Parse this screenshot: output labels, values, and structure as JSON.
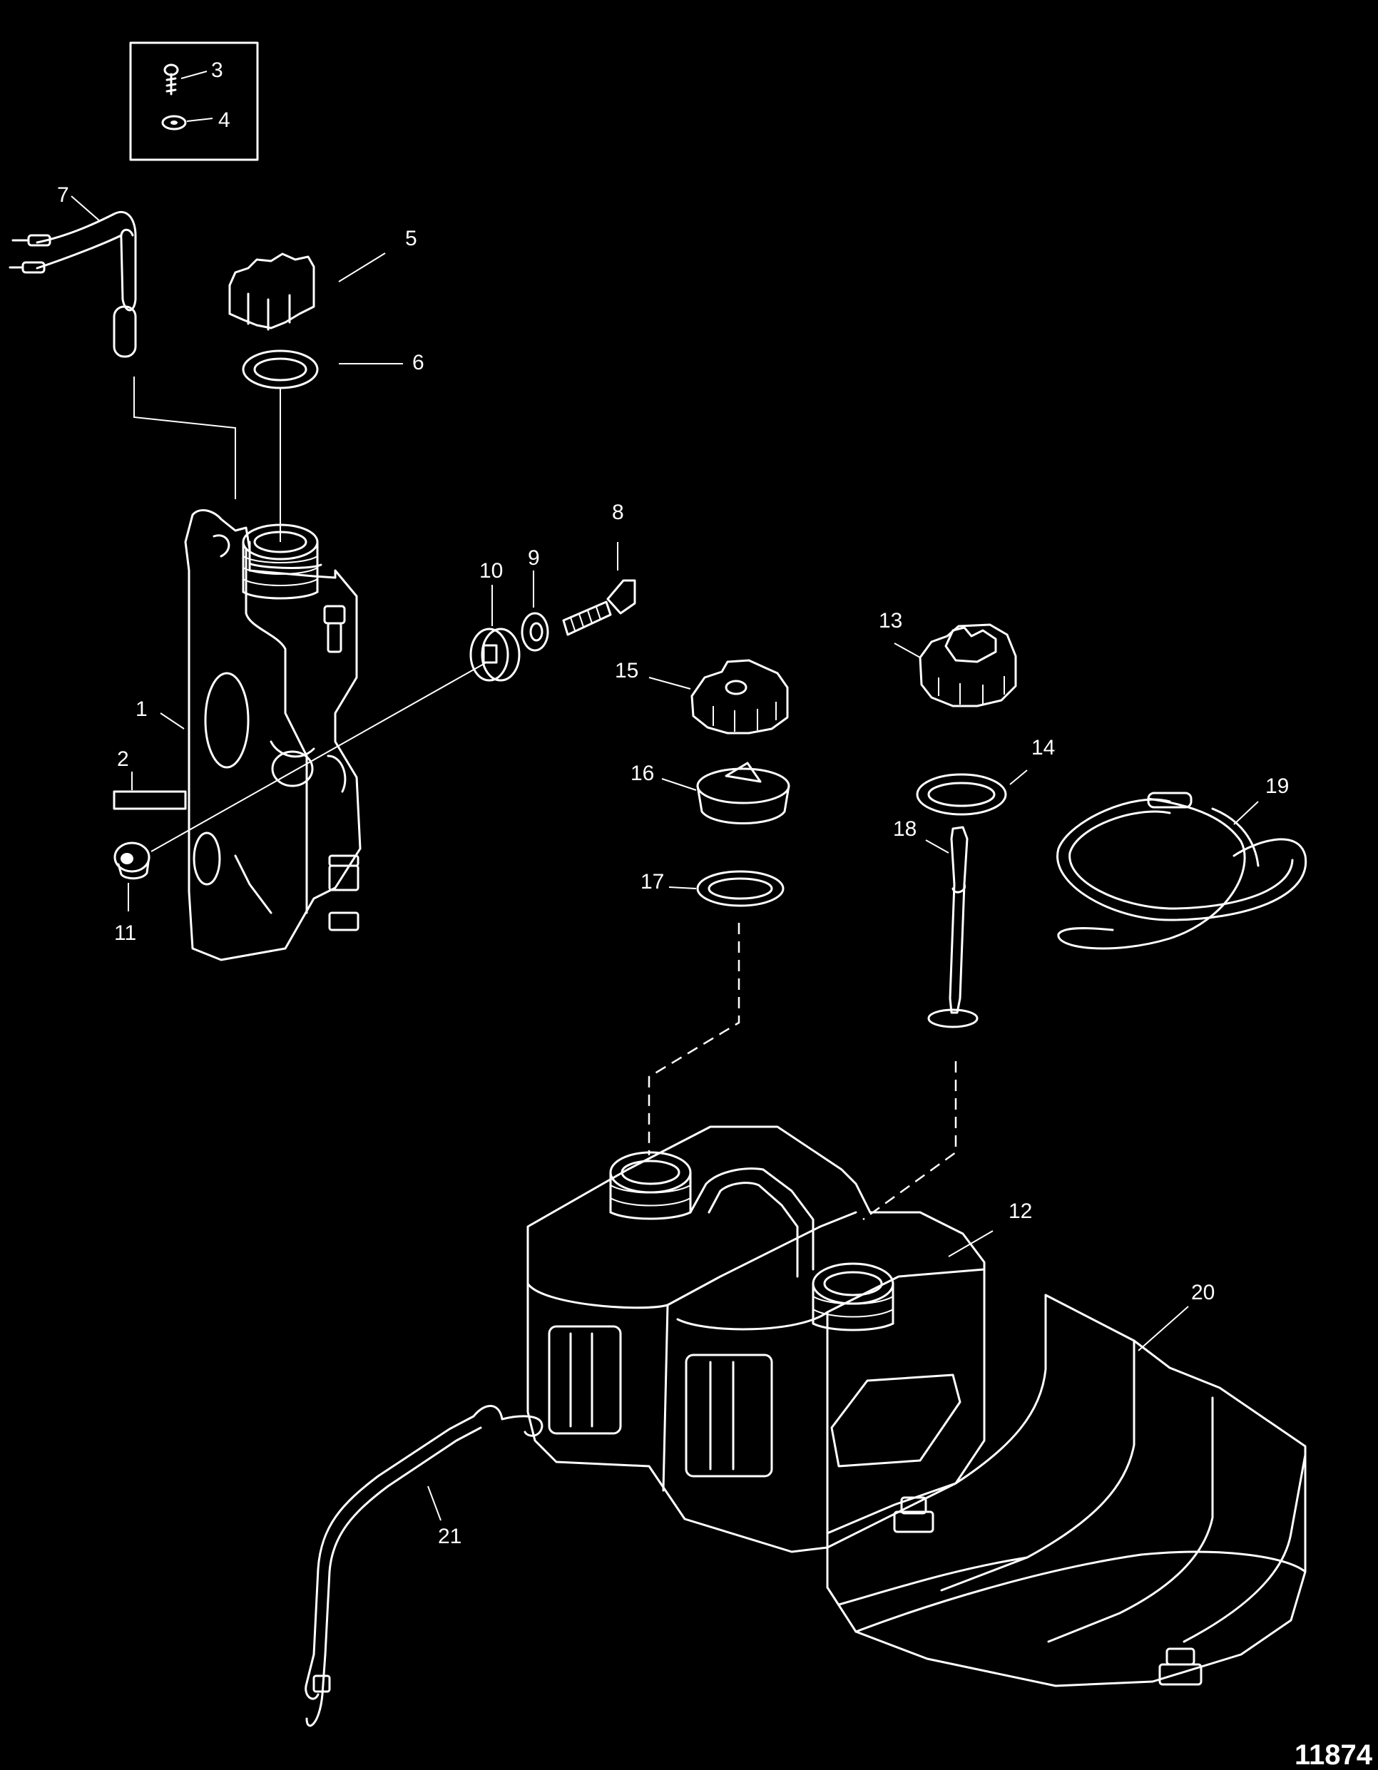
{
  "diagram": {
    "figure_number": "11874",
    "callouts": {
      "c1": "1",
      "c2": "2",
      "c3": "3",
      "c4": "4",
      "c5": "5",
      "c6": "6",
      "c7": "7",
      "c8": "8",
      "c9": "9",
      "c10": "10",
      "c11": "11",
      "c12": "12",
      "c13": "13",
      "c14": "14",
      "c15": "15",
      "c16": "16",
      "c17": "17",
      "c18": "18",
      "c19": "19",
      "c20": "20",
      "c21": "21"
    }
  }
}
